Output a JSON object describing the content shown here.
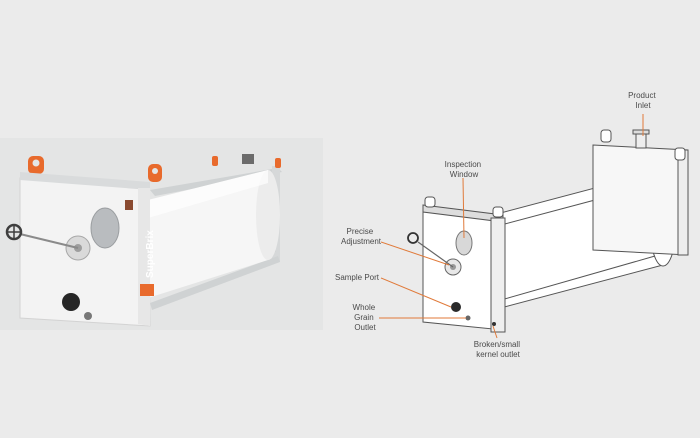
{
  "photo": {
    "brand_name": "SuperBrix",
    "colors": {
      "background": "#e4e5e5",
      "body": "#f3f3f3",
      "accent": "#e86a2c",
      "steel": "#c9cccd"
    }
  },
  "diagram": {
    "labels": {
      "product_inlet": [
        "Product",
        "Inlet"
      ],
      "inspection_window": [
        "Inspection",
        "Window"
      ],
      "precise_adjustment": [
        "Precise",
        "Adjustment"
      ],
      "sample_port": [
        "Sample Port"
      ],
      "whole_grain_outlet": [
        "Whole",
        "Grain",
        "Outlet"
      ],
      "broken_kernel_outlet": [
        "Broken/small",
        "kernel outlet"
      ]
    },
    "colors": {
      "leader": "#e07a3a",
      "line": "#555555",
      "panel": "#ffffff"
    }
  }
}
